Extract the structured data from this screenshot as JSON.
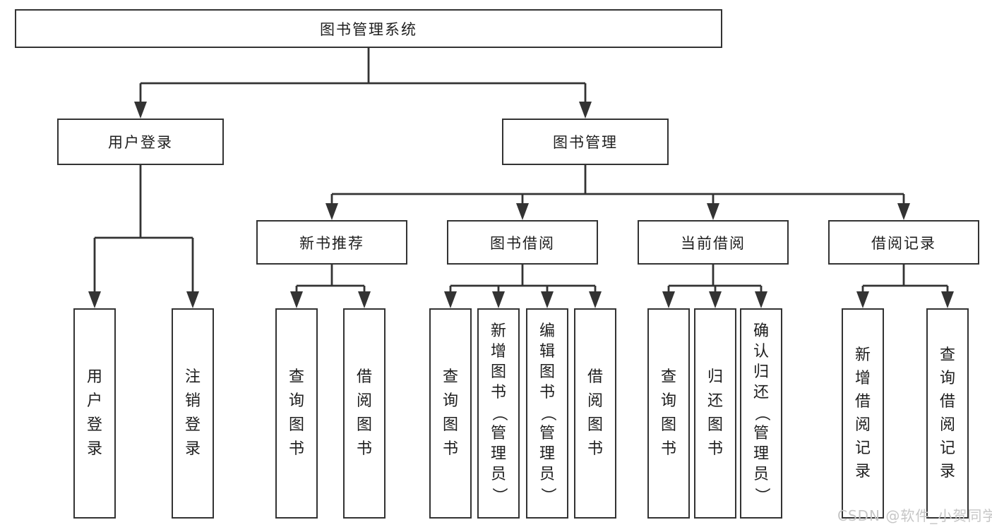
{
  "tree": {
    "label": "图书管理系统",
    "children": [
      {
        "label": "用户登录",
        "children": [
          {
            "label": "用户登录"
          },
          {
            "label": "注销登录"
          }
        ]
      },
      {
        "label": "图书管理",
        "children": [
          {
            "label": "新书推荐",
            "children": [
              {
                "label": "查询图书"
              },
              {
                "label": "借阅图书"
              }
            ]
          },
          {
            "label": "图书借阅",
            "children": [
              {
                "label": "查询图书"
              },
              {
                "label": "新增图书（管理员）"
              },
              {
                "label": "编辑图书（管理员）"
              },
              {
                "label": "借阅图书"
              }
            ]
          },
          {
            "label": "当前借阅",
            "children": [
              {
                "label": "查询图书"
              },
              {
                "label": "归还图书"
              },
              {
                "label": "确认归还（管理员）"
              }
            ]
          },
          {
            "label": "借阅记录",
            "children": [
              {
                "label": "新增借阅记录"
              },
              {
                "label": "查询借阅记录"
              }
            ]
          }
        ]
      }
    ]
  },
  "watermark": "CSDN @软件_小贺同学",
  "colors": {
    "line": "#333333",
    "box_border": "#333333",
    "text": "#1e1e1e",
    "watermark": "#c6c6c6",
    "background": "#ffffff"
  }
}
